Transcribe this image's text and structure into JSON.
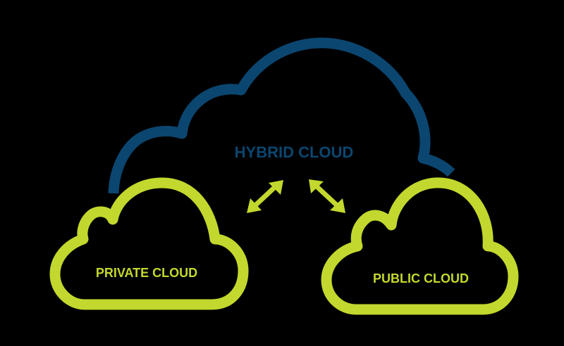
{
  "diagram": {
    "hybrid": {
      "label": "HYBRID CLOUD",
      "color": "#0b4670"
    },
    "private": {
      "label": "PRIVATE CLOUD",
      "color": "#c3d82e"
    },
    "public": {
      "label": "PUBLIC CLOUD",
      "color": "#c3d82e"
    },
    "arrows": [
      {
        "name": "arrow-hybrid-private",
        "connects": [
          "HYBRID CLOUD",
          "PRIVATE CLOUD"
        ],
        "bidirectional": true
      },
      {
        "name": "arrow-hybrid-public",
        "connects": [
          "HYBRID CLOUD",
          "PUBLIC CLOUD"
        ],
        "bidirectional": true
      }
    ],
    "background": "#000000"
  }
}
